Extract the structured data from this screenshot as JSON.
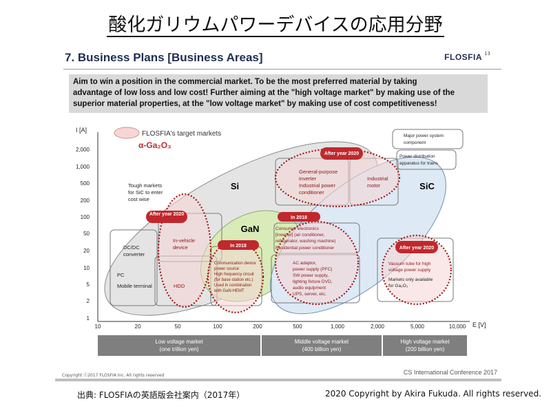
{
  "page_title": "酸化ガリウムパワーデバイスの応用分野",
  "slide": {
    "heading": "7. Business Plans [Business Areas]",
    "brand": "FLOSFIA",
    "page_number": "13",
    "summary_lines": [
      "Aim to win a position in the commercial market.  To be the most preferred material by taking",
      "advantage of low loss and low cost! Further aiming at the \"high voltage market\" by making use of the",
      "superior material properties, at the \"low voltage market\" by making use of cost competitiveness!"
    ],
    "footer_left": "Copyright ⓒ2017 FLOSFIA Inc. All rights reserved",
    "footer_right": "CS International Conference 2017"
  },
  "diagram": {
    "y_axis_label": "I [A]",
    "x_axis_label": "E [V]",
    "y_ticks": [
      "2,000",
      "1,000",
      "500",
      "200",
      "100",
      "50",
      "20",
      "10",
      "5",
      "2",
      "1"
    ],
    "x_ticks": [
      "10",
      "20",
      "50",
      "100",
      "200",
      "500",
      "1,000",
      "2,000",
      "5,000",
      "10,000"
    ],
    "legend_text": "FLOSFIA's target markets",
    "legend_material": "α-Ga₂O₃",
    "materials": [
      "Si",
      "GaN",
      "SiC"
    ],
    "tough_markets": [
      "Tough markets",
      "for SiC to enter",
      "cost wise"
    ],
    "badges": [
      "After year 2020",
      "In 2018",
      "After year 2020",
      "In 2018",
      "After year 2020"
    ],
    "apps": {
      "general_inverter": [
        "General-purpose",
        "inverter",
        "Industrial power",
        "conditioner"
      ],
      "industrial_motor": [
        "Industrial",
        "motor"
      ],
      "major_power": [
        "Major power system",
        "component"
      ],
      "power_distribution": [
        "Power distribution",
        "apparatus for trains"
      ],
      "in_vehicle": [
        "In-vehicle",
        "device"
      ],
      "dcdc": [
        "DC/DC",
        "converter"
      ],
      "pc": [
        "PC",
        "Mobile terminal"
      ],
      "hdd": "HDD",
      "comm": [
        "Communication device",
        "power source",
        "High frequency circuit",
        "(for base station etc.)",
        "Used in combination",
        "with GaN-HEMT"
      ],
      "consumer": [
        "Consumer electronics",
        "[inverter] (air conditioner,",
        "refrigerator, washing machine)",
        "Residential power conditioner"
      ],
      "ac_adaptor": [
        "AC adaptor,",
        "power supply (PFC)",
        "SW power supply,",
        "lighting fixture DVD,",
        "audio equipment",
        "UPS, server, etc."
      ],
      "vacuum": [
        "Vacuum tube for high",
        "voltage power supply",
        "Markets only available",
        "for Ga₂O₃"
      ]
    },
    "markets": [
      {
        "name": "Low voltage market",
        "size": "(one trillion yen)"
      },
      {
        "name": "Middle voltage market",
        "size": "(400 billion yen)"
      },
      {
        "name": "High voltage market",
        "size": "(200 billion yen)"
      }
    ]
  },
  "source_note": "出典: FLOSFIAの英語版会社案内（2017年）",
  "copyright": "2020 Copyright by Akira Fukuda. All rights reserved."
}
